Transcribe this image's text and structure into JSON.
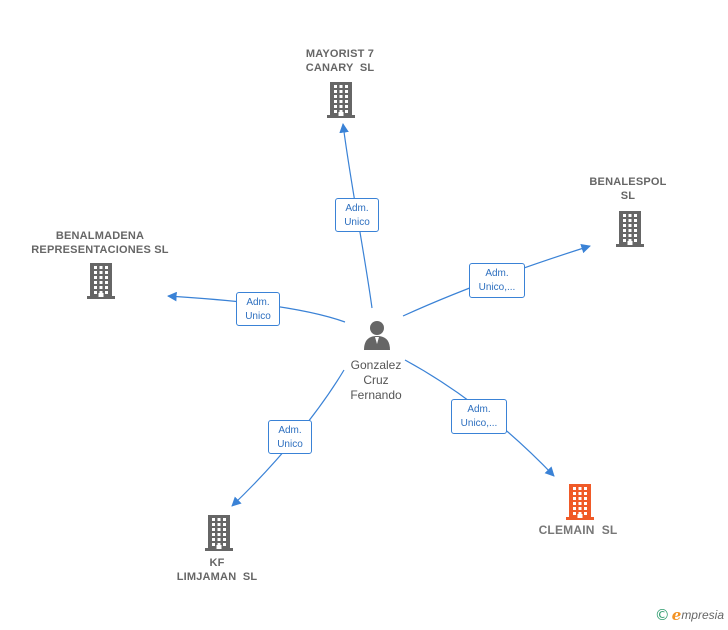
{
  "colors": {
    "edge": "#3a82d6",
    "company_icon": "#666666",
    "highlight_icon": "#f05a28",
    "person_icon": "#666666"
  },
  "person": {
    "name_lines": [
      "Gonzalez",
      "Cruz",
      "Fernando"
    ],
    "icon": "person-icon"
  },
  "companies": [
    {
      "id": "mayorist",
      "lines": [
        "MAYORIST 7",
        "CANARY  SL"
      ],
      "icon": "building-icon"
    },
    {
      "id": "benalespol",
      "lines": [
        "BENALESPOL",
        "SL"
      ],
      "icon": "building-icon"
    },
    {
      "id": "benalmadena",
      "lines": [
        "BENALMADENA",
        "REPRESENTACIONES SL"
      ],
      "icon": "building-icon"
    },
    {
      "id": "kf",
      "lines": [
        "KF",
        "LIMJAMAN  SL"
      ],
      "icon": "building-icon"
    },
    {
      "id": "clemain",
      "lines": [
        "CLEMAIN  SL"
      ],
      "icon": "building-icon",
      "highlight": true
    }
  ],
  "edges": [
    {
      "to": "mayorist",
      "label_lines": [
        "Adm.",
        "Unico"
      ]
    },
    {
      "to": "benalespol",
      "label_lines": [
        "Adm.",
        "Unico,..."
      ]
    },
    {
      "to": "benalmadena",
      "label_lines": [
        "Adm.",
        "Unico"
      ]
    },
    {
      "to": "kf",
      "label_lines": [
        "Adm.",
        "Unico"
      ]
    },
    {
      "to": "clemain",
      "label_lines": [
        "Adm.",
        "Unico,..."
      ]
    }
  ],
  "footer": {
    "copyright": "©",
    "brand_first": "e",
    "brand_rest": "mpresia"
  }
}
